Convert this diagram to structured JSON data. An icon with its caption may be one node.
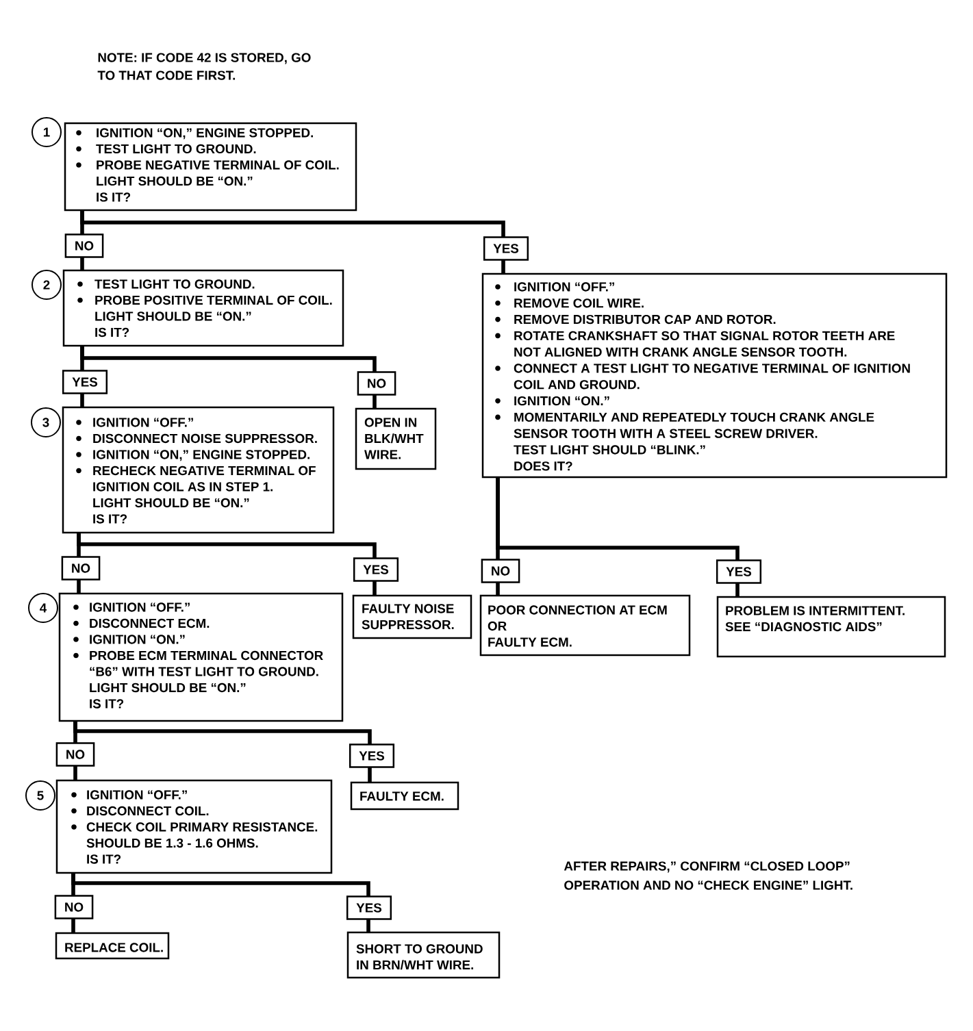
{
  "diagram": {
    "nodes": [
      {
        "text": [
          "1"
        ]
      },
      {
        "text": [
          "IGNITION “ON,” ENGINE STOPPED.",
          "TEST LIGHT TO GROUND.",
          "PROBE NEGATIVE TERMINAL OF COIL.",
          "LIGHT SHOULD BE “ON.”",
          "IS IT?"
        ]
      },
      {
        "text": [
          "2"
        ]
      },
      {
        "text": [
          "TEST LIGHT TO GROUND.",
          "PROBE POSITIVE TERMINAL OF COIL.",
          "LIGHT SHOULD BE “ON.”",
          "IS IT?"
        ]
      },
      {
        "text": [
          "IGNITION “OFF.”",
          "REMOVE COIL WIRE.",
          "REMOVE DISTRIBUTOR CAP AND ROTOR.",
          "ROTATE CRANKSHAFT SO THAT SIGNAL ROTOR TEETH ARE NOT ALIGNED WITH CRANK ANGLE SENSOR TOOTH.",
          "CONNECT A TEST LIGHT TO NEGATIVE TERMINAL OF IGNITION COIL AND GROUND.",
          "IGNITION “ON.”",
          "MOMENTARILY AND REPEATEDLY TOUCH CRANK ANGLE SENSOR TOOTH WITH A STEEL SCREW DRIVER.",
          "TEST LIGHT SHOULD “BLINK.”",
          "DOES IT?"
        ]
      },
      {
        "text": [
          "3"
        ]
      },
      {
        "text": [
          "IGNITION “OFF.”",
          "DISCONNECT NOISE SUPPRESSOR.",
          "IGNITION “ON,” ENGINE STOPPED.",
          "RECHECK NEGATIVE TERMINAL OF IGNITION COIL AS IN STEP 1.",
          "LIGHT SHOULD BE “ON.”",
          "IS IT?"
        ]
      },
      {
        "text": [
          "OPEN IN BLK/WHT WIRE."
        ]
      },
      {
        "text": [
          "4"
        ]
      },
      {
        "text": [
          "IGNITION “OFF.”",
          "DISCONNECT ECM.",
          "IGNITION “ON.”",
          "PROBE ECM TERMINAL CONNECTOR “B6” WITH TEST LIGHT TO GROUND.",
          "LIGHT SHOULD BE “ON.”",
          "IS IT?"
        ]
      },
      {
        "text": [
          "FAULTY NOISE SUPPRESSOR."
        ]
      },
      {
        "text": [
          "POOR CONNECTION AT ECM",
          "OR",
          "FAULTY ECM."
        ]
      },
      {
        "text": [
          "PROBLEM IS INTERMITTENT.",
          "SEE “DIAGNOSTIC AIDS”"
        ]
      },
      {
        "text": [
          "5"
        ]
      },
      {
        "text": [
          "IGNITION “OFF.”",
          "DISCONNECT COIL.",
          "CHECK COIL PRIMARY RESISTANCE.",
          "SHOULD BE 1.3 - 1.6 OHMS.",
          "IS IT?"
        ]
      },
      {
        "text": [
          "FAULTY ECM."
        ]
      },
      {
        "text": [
          "REPLACE COIL."
        ]
      },
      {
        "text": [
          "SHORT TO GROUND IN BRN/WHT WIRE."
        ]
      }
    ],
    "edges": [
      {
        "from": 1,
        "to": 3,
        "arrow": "none",
        "label": "NO"
      },
      {
        "from": 1,
        "to": 4,
        "arrow": "none",
        "label": "YES"
      },
      {
        "from": 3,
        "to": 6,
        "arrow": "none",
        "label": "YES"
      },
      {
        "from": 3,
        "to": 7,
        "arrow": "none",
        "label": "NO"
      },
      {
        "from": 6,
        "to": 9,
        "arrow": "none",
        "label": "NO"
      },
      {
        "from": 6,
        "to": 10,
        "arrow": "none",
        "label": "YES"
      },
      {
        "from": 4,
        "to": 11,
        "arrow": "none",
        "label": "NO"
      },
      {
        "from": 4,
        "to": 12,
        "arrow": "none",
        "label": "YES"
      },
      {
        "from": 9,
        "to": 14,
        "arrow": "none",
        "label": "NO"
      },
      {
        "from": 9,
        "to": 15,
        "arrow": "none",
        "label": "YES"
      },
      {
        "from": 14,
        "to": 16,
        "arrow": "none",
        "label": "NO"
      },
      {
        "from": 14,
        "to": 17,
        "arrow": "none",
        "label": "YES"
      }
    ],
    "labels": [
      "NOTE: IF CODE 42 IS STORED, GO TO THAT CODE FIRST.",
      "AFTER REPAIRS,” CONFIRM “CLOSED LOOP” OPERATION AND NO “CHECK ENGINE” LIGHT."
    ]
  }
}
